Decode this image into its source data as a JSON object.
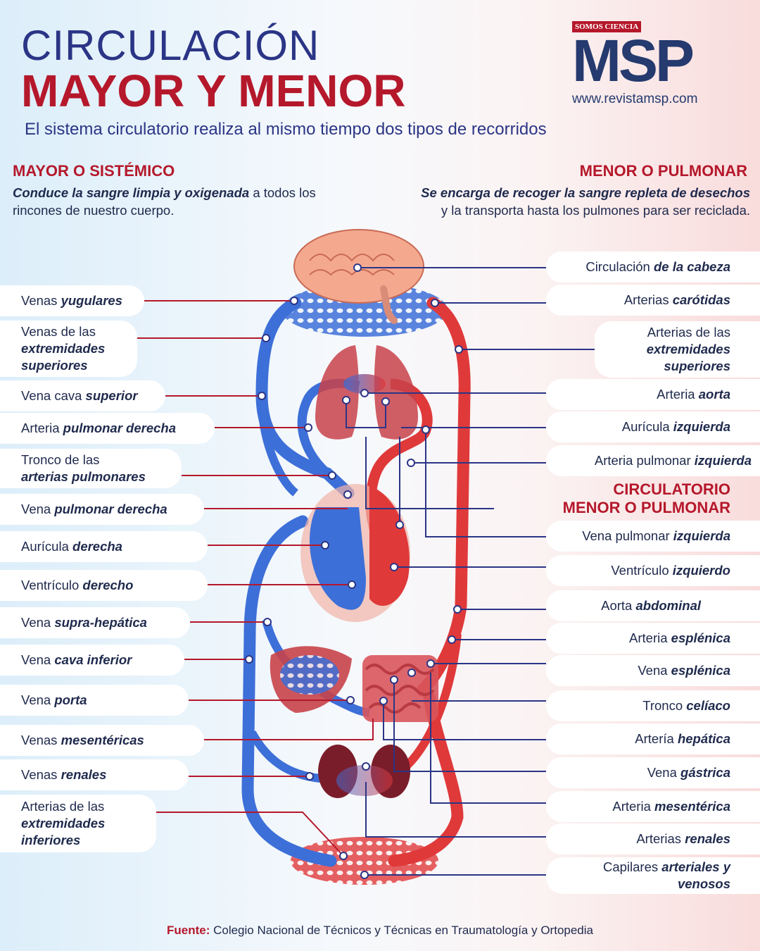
{
  "header": {
    "title_line1": "CIRCULACIÓN",
    "title_line2": "MAYOR Y MENOR",
    "subtitle": "El sistema circulatorio realiza al mismo tiempo dos tipos de recorridos"
  },
  "logo": {
    "top": "SOMOS CIENCIA",
    "main": "MSP",
    "url": "www.revistamsp.com"
  },
  "mayor": {
    "heading": "MAYOR O SISTÉMICO",
    "desc_bold": "Conduce la sangre limpia y oxigenada",
    "desc_rest": " a todos los rincones de nuestro cuerpo."
  },
  "menor": {
    "heading": "MENOR O PULMONAR",
    "desc_bold": "Se encarga de recoger la sangre repleta de desechos",
    "desc_rest": " y la transporta hasta los pulmones para ser reciclada."
  },
  "sub_heading": {
    "line1": "CIRCULATORIO",
    "line2": "MENOR O PULMONAR"
  },
  "left_labels": [
    {
      "t": "Venas ",
      "i": "yugulares"
    },
    {
      "t": "Venas de las ",
      "i": "extremidades superiores"
    },
    {
      "t": "Vena cava ",
      "i": "superior"
    },
    {
      "t": "Arteria ",
      "i": "pulmonar derecha"
    },
    {
      "t": "Tronco de las ",
      "i": "arterias pulmonares"
    },
    {
      "t": "Vena ",
      "i": "pulmonar derecha"
    },
    {
      "t": "Aurícula ",
      "i": "derecha"
    },
    {
      "t": "Ventrículo ",
      "i": "derecho"
    },
    {
      "t": "Vena ",
      "i": "supra-hepática"
    },
    {
      "t": "Vena ",
      "i": "cava inferior"
    },
    {
      "t": "Vena ",
      "i": "porta"
    },
    {
      "t": "Venas ",
      "i": "mesentéricas"
    },
    {
      "t": "Venas ",
      "i": "renales"
    },
    {
      "t": "Arterias de las ",
      "i": "extremidades inferiores"
    }
  ],
  "right_labels": [
    {
      "t": "Circulación ",
      "i": "de la cabeza"
    },
    {
      "t": "Arterias ",
      "i": "carótidas"
    },
    {
      "t": "Arterias de las ",
      "i": "extremidades superiores"
    },
    {
      "t": "Arteria ",
      "i": "aorta"
    },
    {
      "t": "Aurícula ",
      "i": "izquierda"
    },
    {
      "t": "Arteria pulmonar ",
      "i": "izquierda"
    },
    {
      "t": "Vena pulmonar ",
      "i": "izquierda"
    },
    {
      "t": "Ventrículo ",
      "i": "izquierdo"
    },
    {
      "t": "Aorta ",
      "i": "abdominal"
    },
    {
      "t": "Arteria ",
      "i": "esplénica"
    },
    {
      "t": "Vena ",
      "i": "esplénica"
    },
    {
      "t": "Tronco ",
      "i": "celíaco"
    },
    {
      "t": "Artería ",
      "i": "hepática"
    },
    {
      "t": "Vena ",
      "i": "gástrica"
    },
    {
      "t": "Arteria ",
      "i": "mesentérica"
    },
    {
      "t": "Arterias ",
      "i": "renales"
    },
    {
      "t": "Capilares ",
      "i": "arteriales y venosos"
    }
  ],
  "source": {
    "key": "Fuente:",
    "text": " Colegio Nacional de Técnicos y Técnicas en Traumatología y Ortopedia"
  },
  "colors": {
    "blue": "#3d6fd8",
    "red": "#e0393a",
    "accent": "#b5182b",
    "navy": "#2b3586"
  }
}
